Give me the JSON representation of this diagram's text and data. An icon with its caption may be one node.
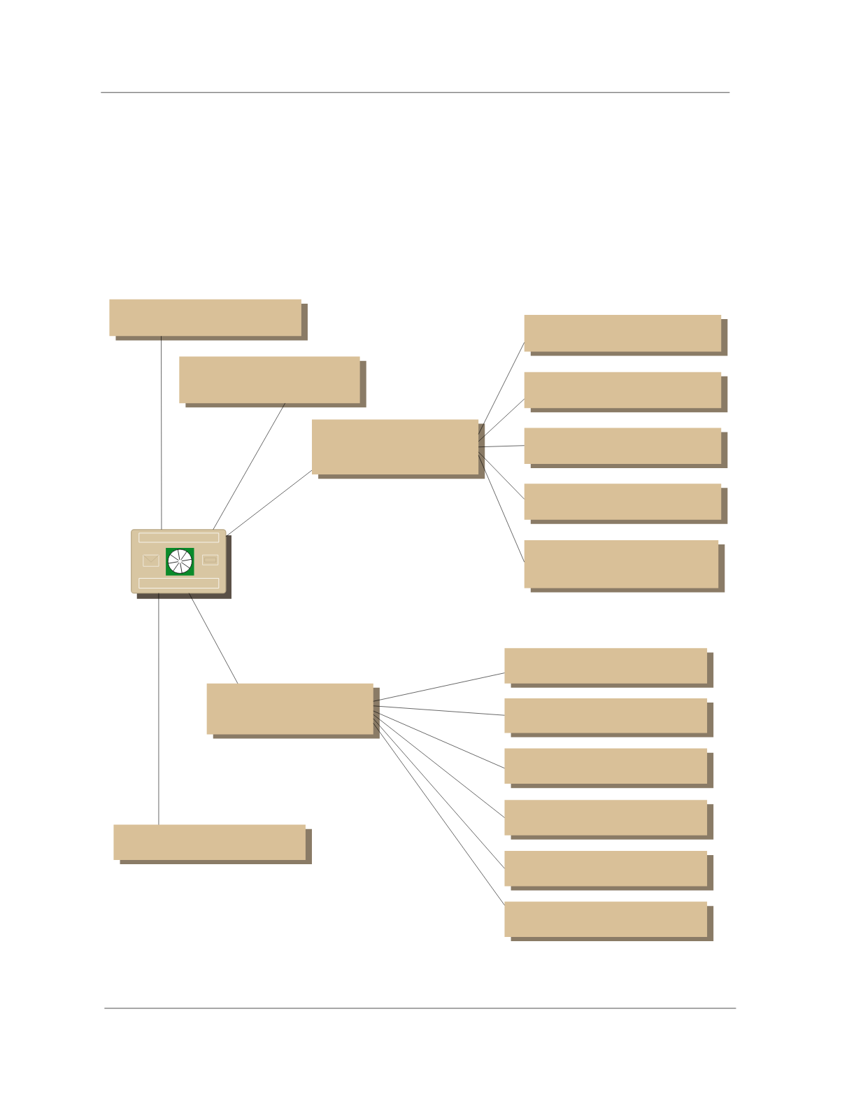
{
  "diagram": {
    "nodes": [
      {
        "text": [],
        "shape": "box"
      },
      {
        "text": [],
        "shape": "box"
      },
      {
        "text": [],
        "shape": "box"
      },
      {
        "text": [],
        "shape": "box"
      },
      {
        "text": [],
        "shape": "box"
      },
      {
        "text": [],
        "shape": "box"
      },
      {
        "text": [],
        "shape": "box"
      },
      {
        "text": [],
        "shape": "box"
      },
      {
        "text": [],
        "shape": "picture"
      },
      {
        "text": [],
        "shape": "box"
      },
      {
        "text": [],
        "shape": "box"
      },
      {
        "text": [],
        "shape": "box"
      },
      {
        "text": [],
        "shape": "box"
      },
      {
        "text": [],
        "shape": "box"
      },
      {
        "text": [],
        "shape": "box"
      },
      {
        "text": [],
        "shape": "box"
      },
      {
        "text": [],
        "shape": "box"
      }
    ],
    "edges": [
      {
        "from": 8,
        "to": 0,
        "arrow": "none"
      },
      {
        "from": 8,
        "to": 1,
        "arrow": "none"
      },
      {
        "from": 8,
        "to": 2,
        "arrow": "none"
      },
      {
        "from": 8,
        "to": 9,
        "arrow": "none"
      },
      {
        "from": 8,
        "to": 16,
        "arrow": "none"
      },
      {
        "from": 2,
        "to": 3,
        "arrow": "none"
      },
      {
        "from": 2,
        "to": 4,
        "arrow": "none"
      },
      {
        "from": 2,
        "to": 5,
        "arrow": "none"
      },
      {
        "from": 2,
        "to": 6,
        "arrow": "none"
      },
      {
        "from": 2,
        "to": 7,
        "arrow": "none"
      },
      {
        "from": 9,
        "to": 10,
        "arrow": "none"
      },
      {
        "from": 9,
        "to": 11,
        "arrow": "none"
      },
      {
        "from": 9,
        "to": 12,
        "arrow": "none"
      },
      {
        "from": 9,
        "to": 13,
        "arrow": "none"
      },
      {
        "from": 9,
        "to": 14,
        "arrow": "none"
      },
      {
        "from": 9,
        "to": 15,
        "arrow": "none"
      }
    ]
  }
}
